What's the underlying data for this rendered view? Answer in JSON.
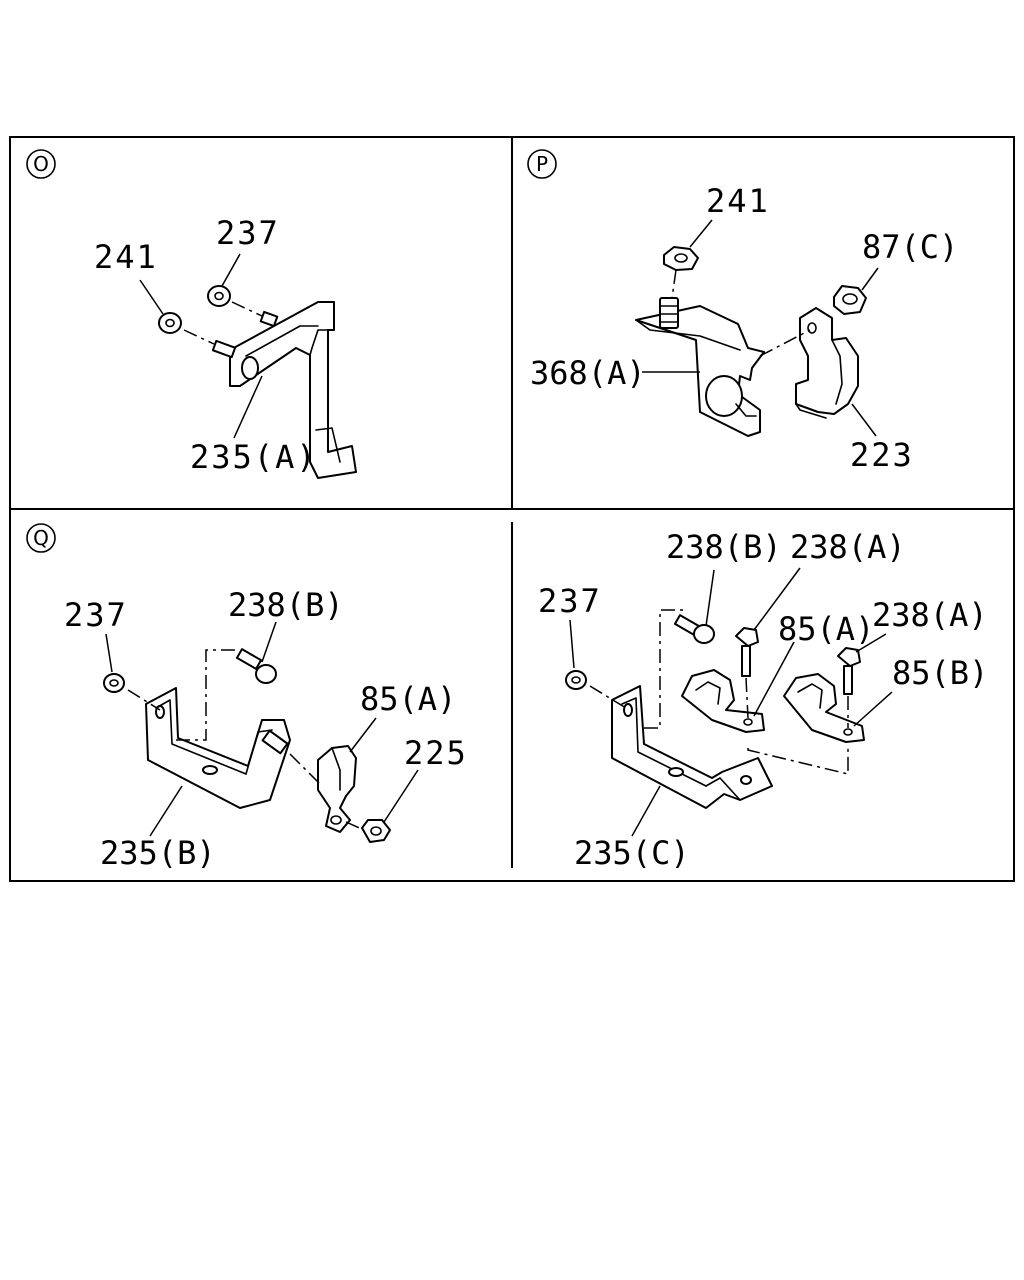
{
  "panels": {
    "o": {
      "letter": "O",
      "labels": {
        "p241": "241",
        "p237": "237",
        "p235a": "235(A)"
      }
    },
    "p": {
      "letter": "P",
      "labels": {
        "p241": "241",
        "p87c": "87(C)",
        "p368a": "368(A)",
        "p223": "223"
      }
    },
    "q": {
      "letter": "Q",
      "labels": {
        "p237": "237",
        "p238b": "238(B)",
        "p85a": "85(A)",
        "p225": "225",
        "p235b": "235(B)"
      }
    },
    "r": {
      "labels": {
        "p237": "237",
        "p238b": "238(B)",
        "p238a_1": "238(A)",
        "p85a": "85(A)",
        "p238a_2": "238(A)",
        "p85b": "85(B)",
        "p235c": "235(C)"
      }
    }
  }
}
